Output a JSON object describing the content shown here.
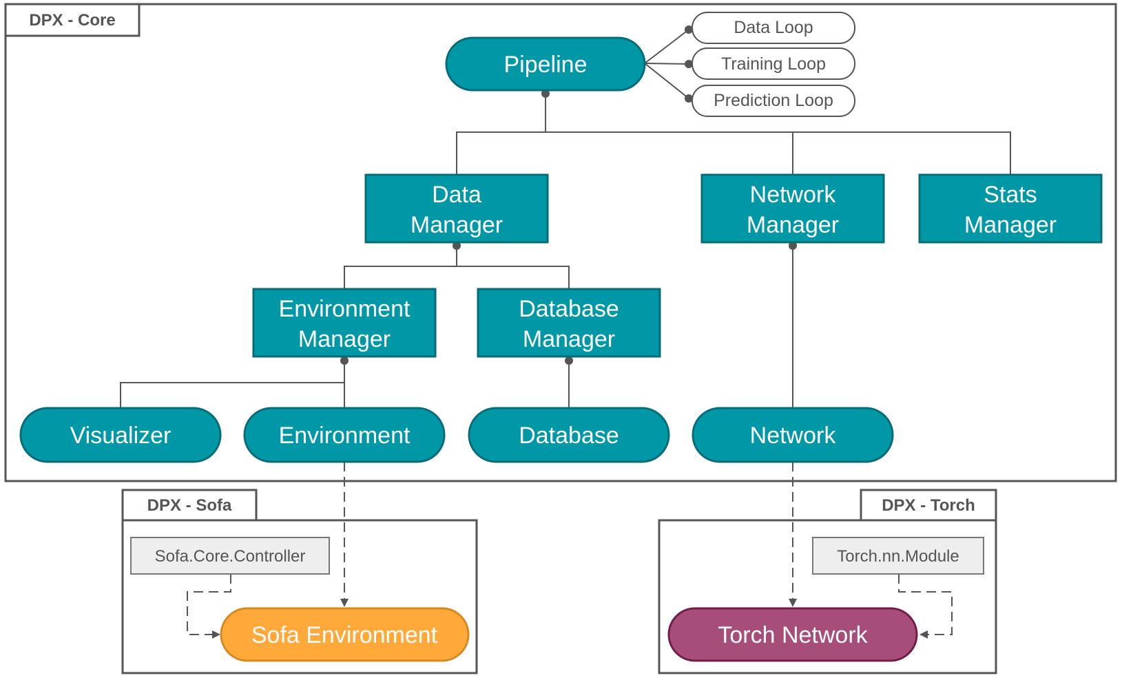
{
  "packages": {
    "core": "DPX - Core",
    "sofa": "DPX - Sofa",
    "torch": "DPX - Torch"
  },
  "nodes": {
    "pipeline": "Pipeline",
    "data_manager": [
      "Data",
      "Manager"
    ],
    "network_manager": [
      "Network",
      "Manager"
    ],
    "stats_manager": [
      "Stats",
      "Manager"
    ],
    "environment_manager": [
      "Environment",
      "Manager"
    ],
    "database_manager": [
      "Database",
      "Manager"
    ],
    "visualizer": "Visualizer",
    "environment": "Environment",
    "database": "Database",
    "network": "Network",
    "sofa_environment": "Sofa Environment",
    "torch_network": "Torch Network"
  },
  "loops": [
    "Data Loop",
    "Training Loop",
    "Prediction Loop"
  ],
  "base_classes": {
    "sofa": "Sofa.Core.Controller",
    "torch": "Torch.nn.Module"
  },
  "colors": {
    "teal": "#0097a7",
    "teal_border": "#066d78",
    "orange": "#ffa93a",
    "orange_border": "#d98820",
    "purple": "#a64d79",
    "purple_border": "#741b47",
    "line": "#555555",
    "base_fill": "#eeeeee"
  }
}
